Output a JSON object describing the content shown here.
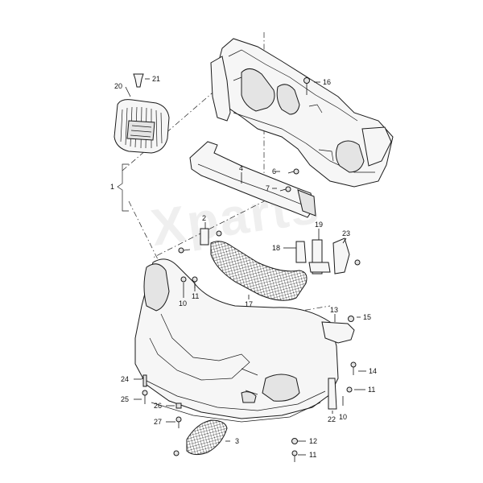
{
  "watermark": "Xparts",
  "part_labels": {
    "p1": "1",
    "p2": "2",
    "p3": "3",
    "p4": "4",
    "p6": "6",
    "p7": "7",
    "p10a": "10",
    "p10b": "10",
    "p11a": "11",
    "p11b": "11",
    "p11c": "11",
    "p12": "12",
    "p13": "13",
    "p14": "14",
    "p15": "15",
    "p16": "16",
    "p17": "17",
    "p18": "18",
    "p19": "19",
    "p20": "20",
    "p21": "21",
    "p22": "22",
    "p23": "23",
    "p24": "24",
    "p25": "25",
    "p26": "26",
    "p27": "27"
  }
}
